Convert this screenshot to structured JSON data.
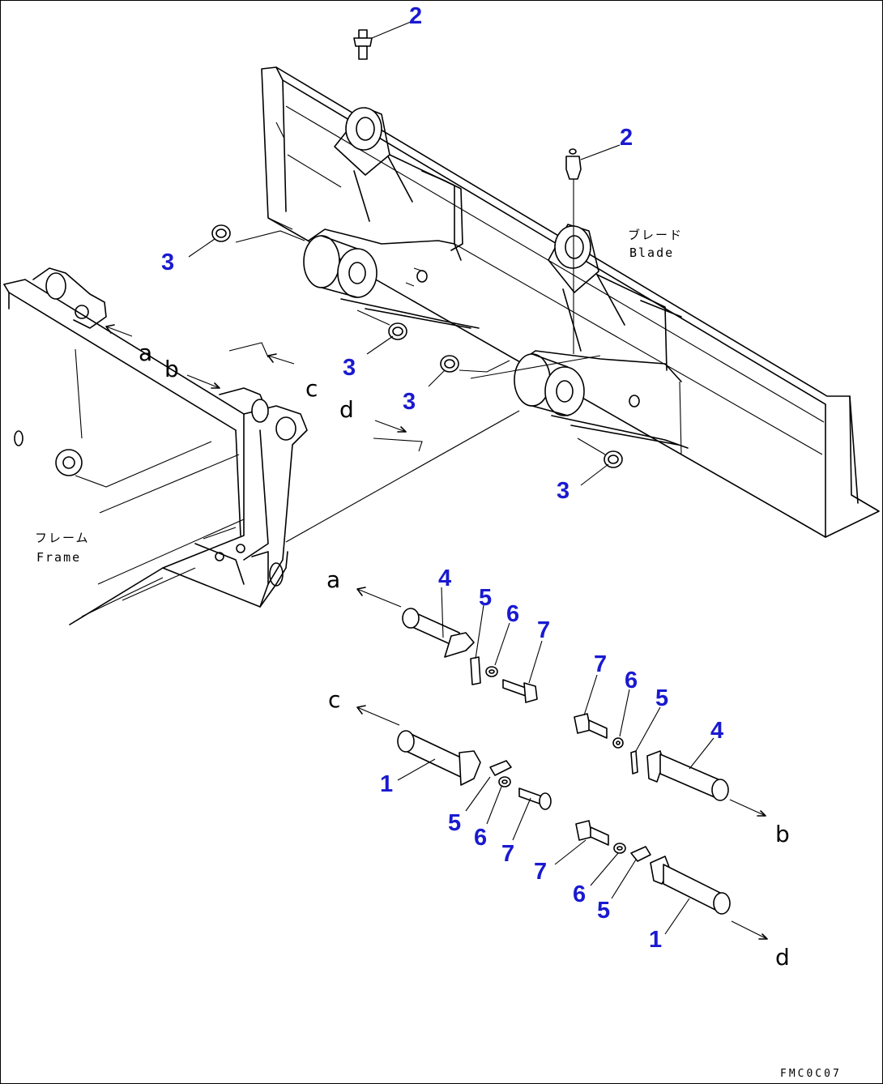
{
  "colors": {
    "callout": "#1a1ad0",
    "line": "#000000",
    "background": "#ffffff"
  },
  "labels": {
    "blade_jp": "ブレード",
    "blade_en": "Blade",
    "frame_jp": "フレーム",
    "frame_en": "Frame",
    "drawing_code": "FMC0C07"
  },
  "callouts": [
    {
      "id": "c2a",
      "text": "2"
    },
    {
      "id": "c2b",
      "text": "2"
    },
    {
      "id": "c3a",
      "text": "3"
    },
    {
      "id": "c3b",
      "text": "3"
    },
    {
      "id": "c3c",
      "text": "3"
    },
    {
      "id": "c3d",
      "text": "3"
    },
    {
      "id": "c4a",
      "text": "4"
    },
    {
      "id": "c5a",
      "text": "5"
    },
    {
      "id": "c6a",
      "text": "6"
    },
    {
      "id": "c7a",
      "text": "7"
    },
    {
      "id": "c7b",
      "text": "7"
    },
    {
      "id": "c6b",
      "text": "6"
    },
    {
      "id": "c5b",
      "text": "5"
    },
    {
      "id": "c4b",
      "text": "4"
    },
    {
      "id": "c1a",
      "text": "1"
    },
    {
      "id": "c5c",
      "text": "5"
    },
    {
      "id": "c6c",
      "text": "6"
    },
    {
      "id": "c7c",
      "text": "7"
    },
    {
      "id": "c7d",
      "text": "7"
    },
    {
      "id": "c6d",
      "text": "6"
    },
    {
      "id": "c5d",
      "text": "5"
    },
    {
      "id": "c1b",
      "text": "1"
    }
  ],
  "letters": [
    {
      "id": "a1",
      "text": "a"
    },
    {
      "id": "b1",
      "text": "b"
    },
    {
      "id": "c1",
      "text": "c"
    },
    {
      "id": "d1",
      "text": "d"
    },
    {
      "id": "a2",
      "text": "a"
    },
    {
      "id": "c2",
      "text": "c"
    },
    {
      "id": "b2",
      "text": "b"
    },
    {
      "id": "d2",
      "text": "d"
    }
  ]
}
